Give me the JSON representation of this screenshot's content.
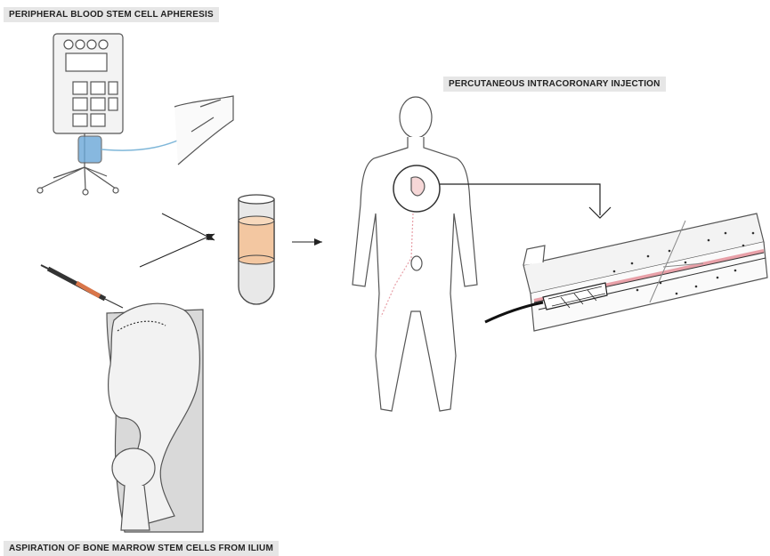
{
  "labels": {
    "apheresis": "PERIPHERAL BLOOD STEM CELL APHERESIS",
    "injection": "PERCUTANEOUS INTRACORONARY INJECTION",
    "aspiration": "ASPIRATION OF BONE MARROW STEM CELLS FROM ILIUM"
  },
  "colors": {
    "stroke": "#555555",
    "line": "#222222",
    "tube_band": "#f3c7a1",
    "tube_fill": "#e8e8e8",
    "bag": "#6aa7d8",
    "tubing": "#7fb7d9",
    "catheter_path": "#e8a0a8",
    "syringe": "#d9764a",
    "bone": "#f2f2f2",
    "tissue": "#d9d9d9"
  }
}
